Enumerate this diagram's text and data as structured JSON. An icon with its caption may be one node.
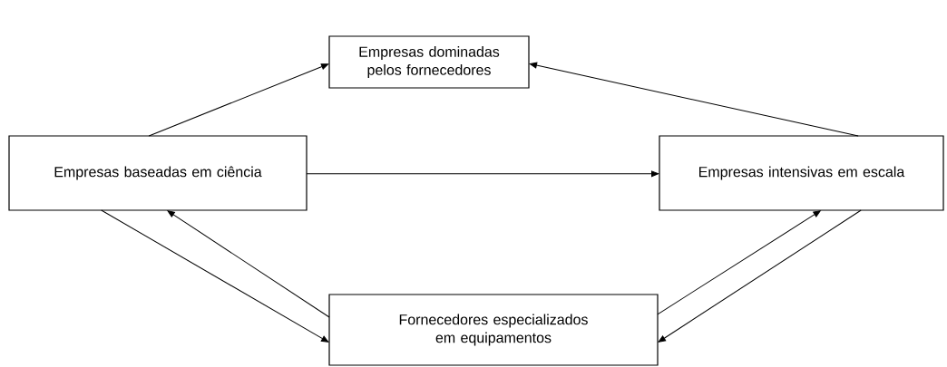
{
  "diagram": {
    "nodes": [
      {
        "text": [
          "Empresas dominadas pelos fornecedores"
        ]
      },
      {
        "text": [
          "Empresas baseadas em ciência"
        ]
      },
      {
        "text": [
          "Empresas intensivas em escala"
        ]
      },
      {
        "text": [
          "Fornecedores especializados em equipamentos"
        ]
      }
    ],
    "edges": [
      {
        "from": 1,
        "to": 0,
        "arrow": "to"
      },
      {
        "from": 2,
        "to": 0,
        "arrow": "to"
      },
      {
        "from": 1,
        "to": 2,
        "arrow": "to"
      },
      {
        "from": 1,
        "to": 3,
        "arrow": "to"
      },
      {
        "from": 3,
        "to": 1,
        "arrow": "to"
      },
      {
        "from": 3,
        "to": 2,
        "arrow": "to"
      },
      {
        "from": 2,
        "to": 3,
        "arrow": "to"
      }
    ]
  }
}
